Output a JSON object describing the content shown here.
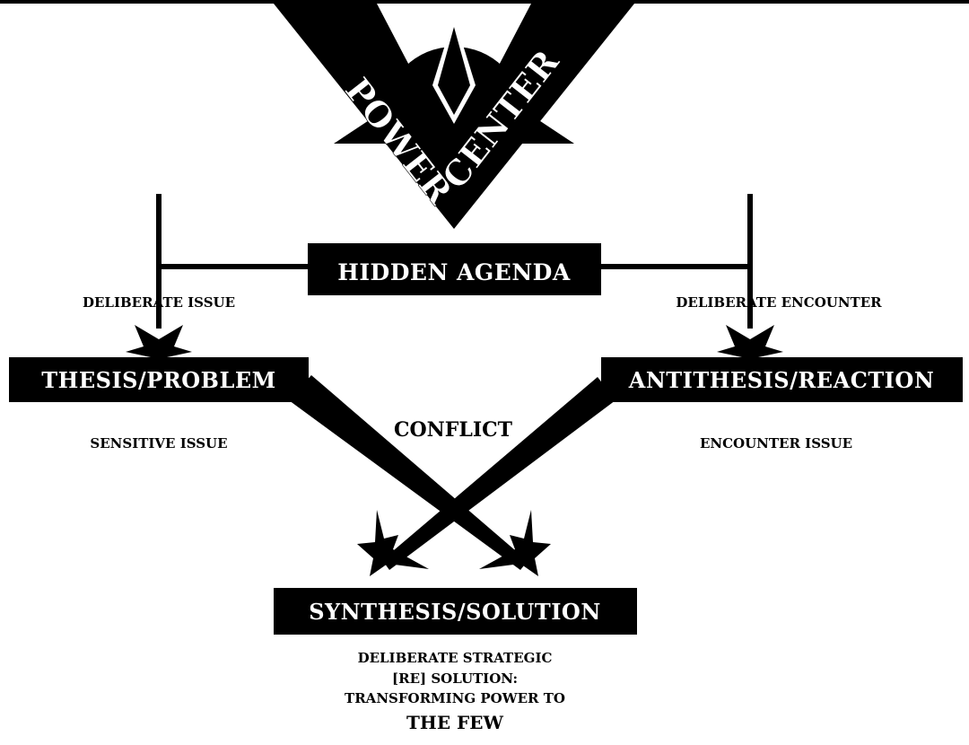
{
  "logo": {
    "word_left": "POWER",
    "word_right": "CENTER"
  },
  "boxes": {
    "hidden_agenda": "HIDDEN AGENDA",
    "thesis": "THESIS/PROBLEM",
    "antithesis": "ANTITHESIS/REACTION",
    "synthesis": "SYNTHESIS/SOLUTION"
  },
  "labels": {
    "deliberate_issue": "DELIBERATE ISSUE",
    "deliberate_encounter": "DELIBERATE ENCOUNTER",
    "conflict": "CONFLICT",
    "sensitive_issue": "SENSITIVE ISSUE",
    "encounter_issue": "ENCOUNTER ISSUE"
  },
  "footer": {
    "line1": "DELIBERATE STRATEGIC",
    "line2": "[RE] SOLUTION:",
    "line3": "TRANSFORMING POWER TO",
    "line4": "THE FEW"
  },
  "colors": {
    "ink": "#000000",
    "paper": "#ffffff"
  }
}
